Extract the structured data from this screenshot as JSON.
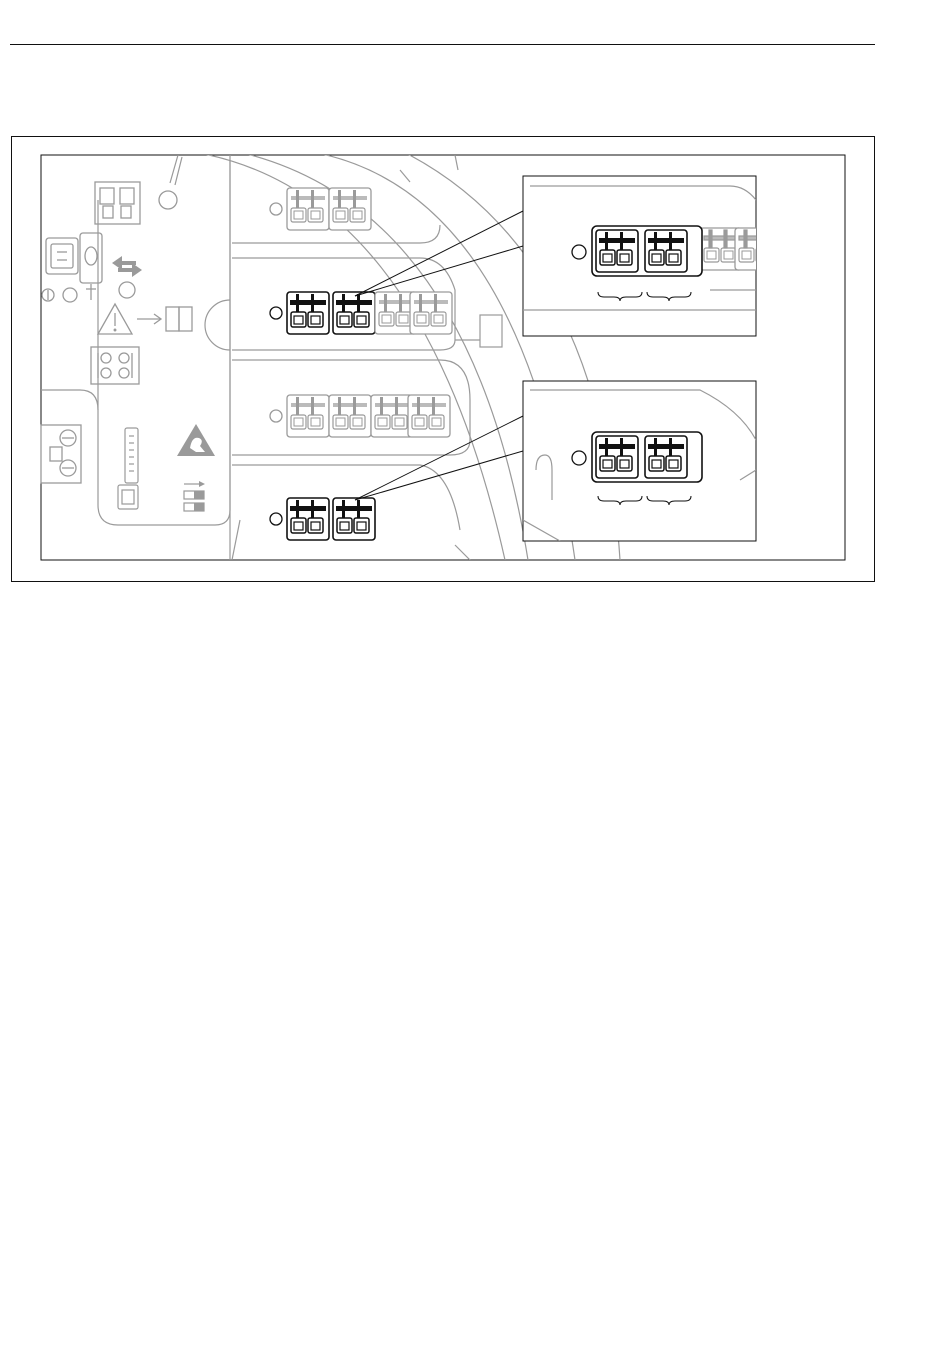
{
  "page": {
    "header_rule": "top-separator"
  },
  "figure": {
    "description_type": "terminal-compartment-wiring-diagram",
    "panels": [
      {
        "id": "main-compartment"
      },
      {
        "id": "detail-upper-terminal"
      },
      {
        "id": "detail-lower-terminal"
      }
    ],
    "symbols": [
      "warning-triangle-icon",
      "manual-book-icon",
      "esd-warning-icon",
      "bidirectional-arrow-icon",
      "dip-switch-icon"
    ],
    "colors": {
      "line_dark": "#111111",
      "line_grey": "#9a9a9a",
      "fill_grey": "#cfcfcf",
      "background": "#ffffff"
    }
  }
}
